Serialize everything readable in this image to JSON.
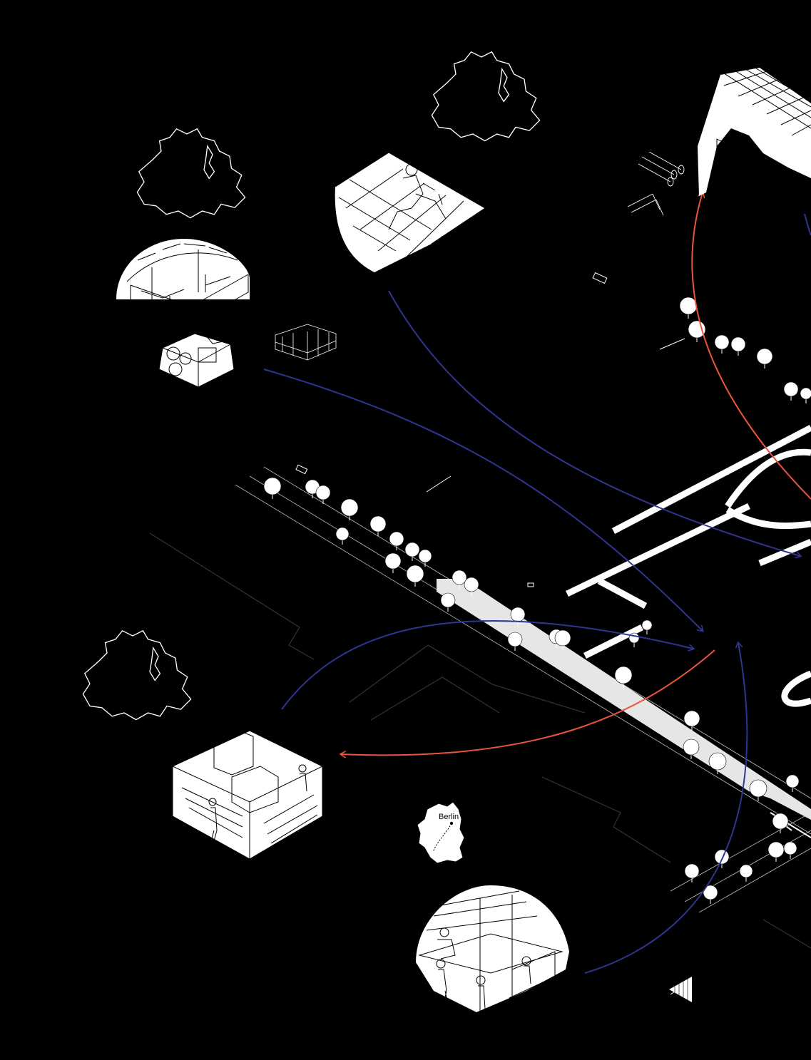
{
  "diagram": {
    "background": "#000000",
    "colors": {
      "flow_blue": "#2E3591",
      "flow_red": "#E8553C",
      "line_white": "#FFFFFF",
      "street_fill": "#E6E6E6"
    },
    "location_label": "Berlin",
    "vignettes": [
      {
        "id": "market-stall",
        "icon": "market-stall-icon"
      },
      {
        "id": "produce-crates",
        "icon": "produce-crates-icon"
      },
      {
        "id": "roof-tiler",
        "icon": "roof-tiler-icon"
      },
      {
        "id": "timber-pavilion",
        "icon": "timber-pavilion-icon"
      },
      {
        "id": "brick-masons",
        "icon": "brick-masons-icon"
      },
      {
        "id": "carpentry-workshop",
        "icon": "carpentry-workshop-icon"
      }
    ],
    "flows": [
      {
        "from": "produce-crates",
        "to": "site",
        "color": "blue"
      },
      {
        "from": "roof-tiler",
        "to": "site",
        "color": "blue"
      },
      {
        "from": "brick-masons",
        "to": "site",
        "color": "blue"
      },
      {
        "from": "carpentry-workshop",
        "to": "site",
        "color": "blue"
      },
      {
        "from": "site",
        "to": "brick-masons",
        "color": "red"
      },
      {
        "from": "site",
        "to": "timber-pavilion",
        "color": "red"
      }
    ]
  }
}
